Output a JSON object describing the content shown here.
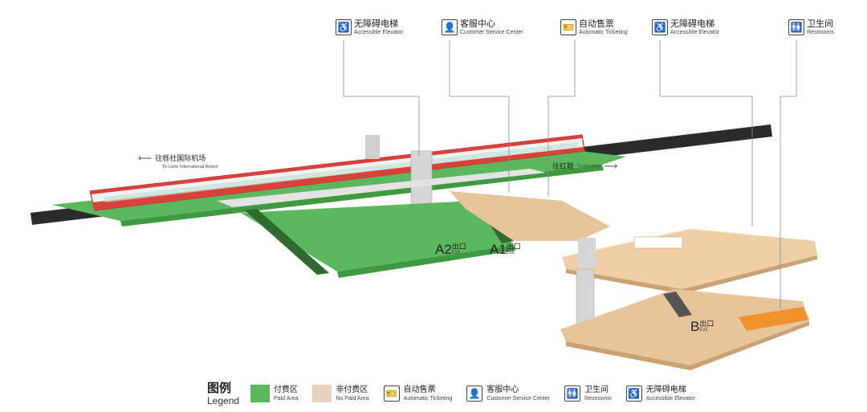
{
  "colors": {
    "paid_area": "#5cb85c",
    "paid_area_dark": "#3f9a3f",
    "non_paid_area": "#e8c49a",
    "non_paid_area_dark": "#c9a173",
    "track": "#2b2b2b",
    "train_body": "#f2f2f2",
    "train_stripe": "#d9413b",
    "pillar": "#cfcfcf",
    "restroom_zone": "#f0922b"
  },
  "callouts": [
    {
      "id": "elevator-1",
      "icon": "accessible-elevator-icon",
      "glyph": "♿",
      "zh": "无障碍电梯",
      "en": "Accessible Elevator"
    },
    {
      "id": "service",
      "icon": "customer-service-icon",
      "glyph": "👤",
      "zh": "客服中心",
      "en": "Customer Service Center"
    },
    {
      "id": "ticketing",
      "icon": "automatic-ticketing-icon",
      "glyph": "🎫",
      "zh": "自动售票",
      "en": "Automatic Ticketing"
    },
    {
      "id": "elevator-2",
      "icon": "accessible-elevator-icon",
      "glyph": "♿",
      "zh": "无障碍电梯",
      "en": "Accessible Elevator"
    },
    {
      "id": "restrooms",
      "icon": "restrooms-icon",
      "glyph": "🚻",
      "zh": "卫生间",
      "en": "Restrooms"
    }
  ],
  "directions": {
    "left": {
      "arrow": "⟵",
      "zh": "往栎社国际机场",
      "en": "To Lishe International Airport"
    },
    "right": {
      "arrow": "⟶",
      "zh": "往红联",
      "en": "To Honglian"
    }
  },
  "exits": [
    {
      "letter": "A2",
      "zh": "出口",
      "en": "Exit"
    },
    {
      "letter": "A1",
      "zh": "出口",
      "en": "Exit"
    },
    {
      "letter": "B",
      "zh": "出口",
      "en": "Exit"
    }
  ],
  "legend": {
    "title_zh": "图例",
    "title_en": "Legend",
    "items": [
      {
        "type": "swatch",
        "color": "#5cb85c",
        "zh": "付费区",
        "en": "Paid Area"
      },
      {
        "type": "swatch",
        "color": "#e8d2bd",
        "zh": "非付费区",
        "en": "No Paid Area"
      },
      {
        "type": "icon",
        "icon": "automatic-ticketing-icon",
        "glyph": "🎫",
        "zh": "自动售票",
        "en": "Automatic Ticketing"
      },
      {
        "type": "icon",
        "icon": "customer-service-icon",
        "glyph": "👤",
        "zh": "客服中心",
        "en": "Customer Service Center"
      },
      {
        "type": "icon",
        "icon": "restrooms-icon",
        "glyph": "🚻",
        "zh": "卫生间",
        "en": "Restrooms"
      },
      {
        "type": "icon",
        "icon": "accessible-elevator-icon",
        "glyph": "♿",
        "zh": "无障碍电梯",
        "en": "Accessible Elevator"
      }
    ]
  }
}
